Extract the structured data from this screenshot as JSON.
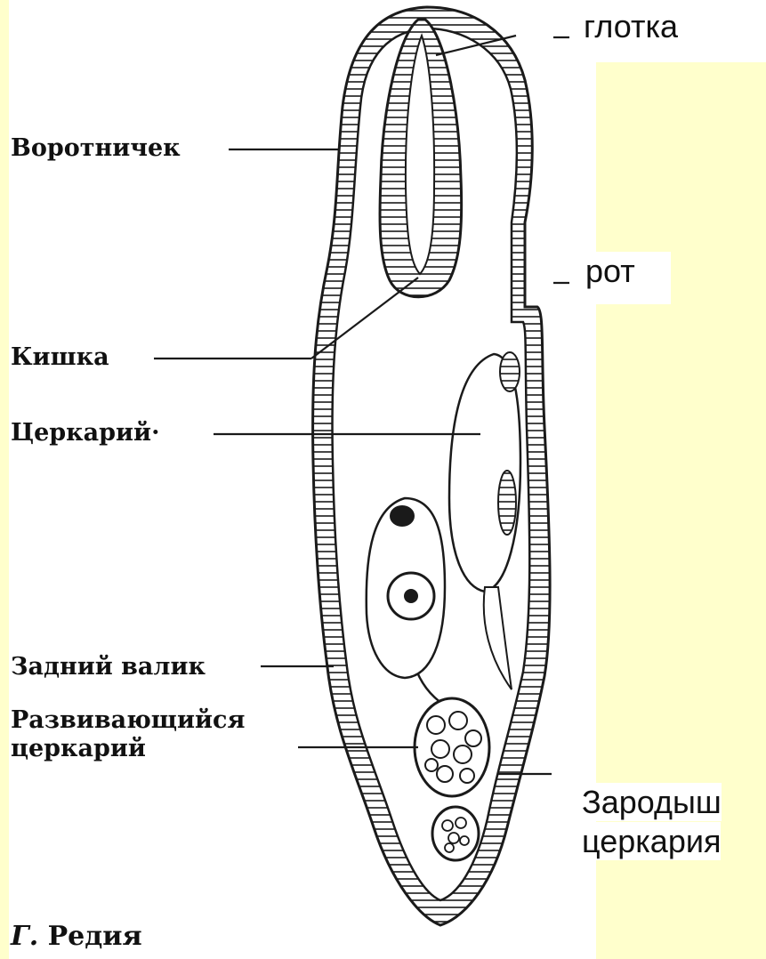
{
  "colors": {
    "background_yellow": "#ffffcc",
    "ink": "#1a1a1a",
    "label_box": "#ffffff"
  },
  "figure": {
    "caption_letter": "Г.",
    "caption_text": "Редия"
  },
  "left_labels": {
    "collar": "Воротничек",
    "gut": "Кишка",
    "cercaria": "Церкарий·",
    "posterior_ridge": "Задний валик",
    "developing_cercaria_line1": "Развивающийся",
    "developing_cercaria_line2": "церкарий"
  },
  "right_labels": {
    "pharynx": "глотка",
    "mouth": "рот",
    "embryo_line1": "Зародыш",
    "embryo_line2": "церкария"
  }
}
